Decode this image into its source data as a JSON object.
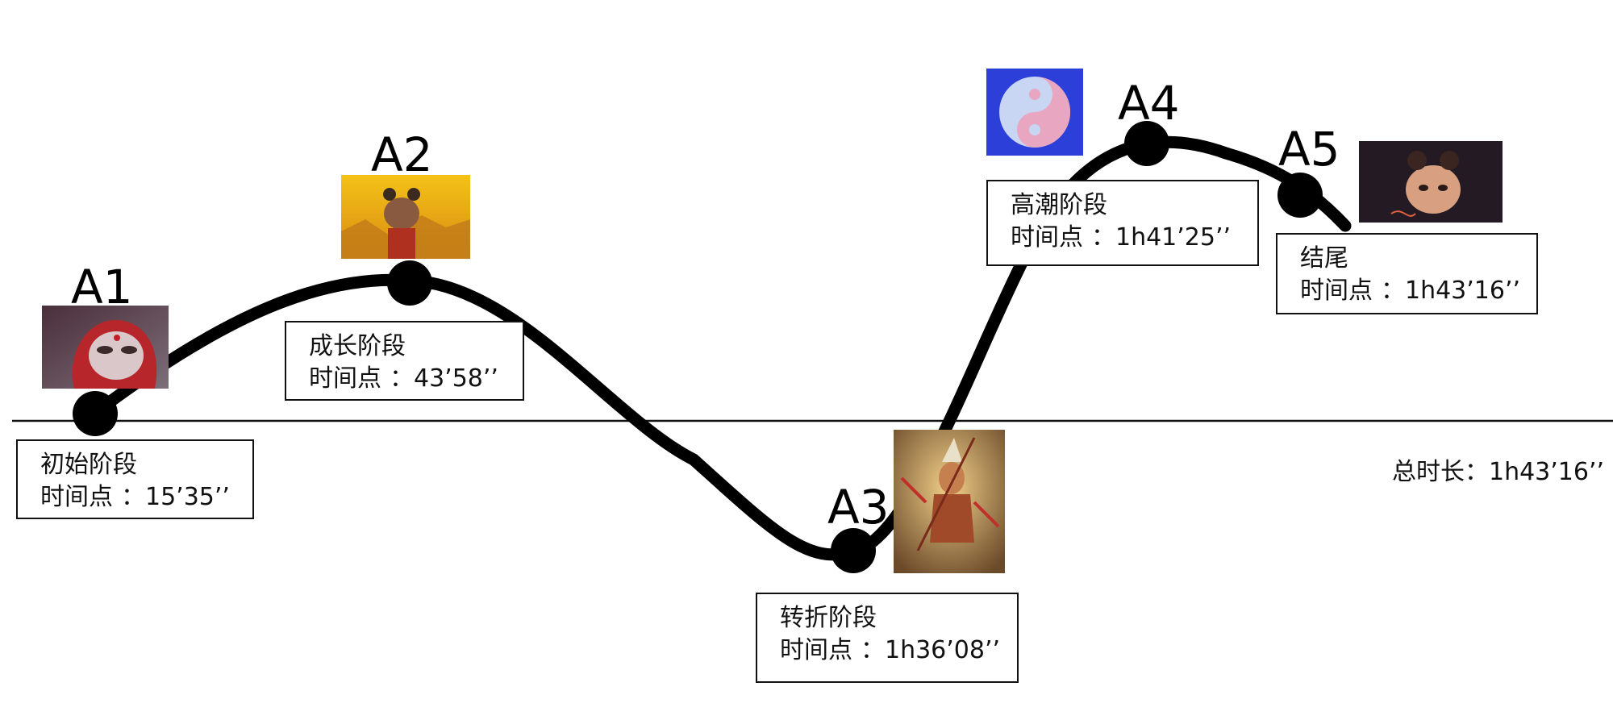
{
  "diagram": {
    "stages": [
      {
        "id": "A1",
        "name": "初始阶段",
        "time_prefix": "时间点",
        "time_value": "：15’35’’",
        "image": "hooded-child-portrait"
      },
      {
        "id": "A2",
        "name": "成长阶段",
        "time_prefix": "时间点",
        "time_value": "：43’58’’",
        "image": "child-on-golden-mountain"
      },
      {
        "id": "A3",
        "name": "转折阶段",
        "time_prefix": "时间点",
        "time_value": "：1h36’08’’",
        "image": "fiery-hero-with-spear"
      },
      {
        "id": "A4",
        "name": "高潮阶段",
        "time_prefix": "时间点",
        "time_value": "：1h41’25’’",
        "image": "yin-yang-pearl"
      },
      {
        "id": "A5",
        "name": "结尾",
        "time_prefix": "时间点",
        "time_value": "：1h43’16’’",
        "image": "child-close-up"
      }
    ],
    "total": "总时长：1h43’16’’"
  }
}
